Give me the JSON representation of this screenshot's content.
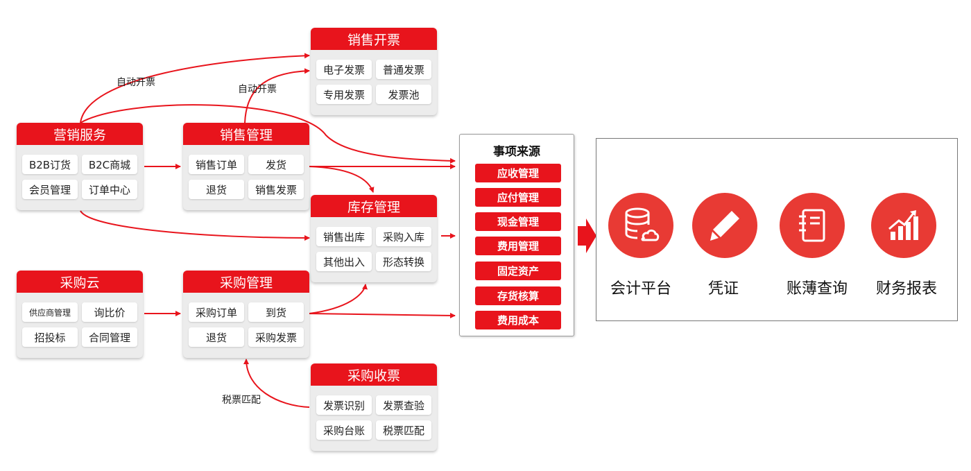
{
  "modules": {
    "marketing": {
      "title": "营销服务",
      "items": [
        "B2B订货",
        "B2C商城",
        "会员管理",
        "订单中心"
      ]
    },
    "sales": {
      "title": "销售管理",
      "items": [
        "销售订单",
        "发货",
        "退货",
        "销售发票"
      ]
    },
    "invoicing": {
      "title": "销售开票",
      "items": [
        "电子发票",
        "普通发票",
        "专用发票",
        "发票池"
      ]
    },
    "inventory": {
      "title": "库存管理",
      "items": [
        "销售出库",
        "采购入库",
        "其他出入",
        "形态转换"
      ]
    },
    "procurement_cloud": {
      "title": "采购云",
      "items": [
        "供应商管理",
        "询比价",
        "招投标",
        "合同管理"
      ]
    },
    "purchasing": {
      "title": "采购管理",
      "items": [
        "采购订单",
        "到货",
        "退货",
        "采购发票"
      ]
    },
    "purchase_invoice": {
      "title": "采购收票",
      "items": [
        "发票识别",
        "发票查验",
        "采购台账",
        "税票匹配"
      ]
    }
  },
  "flow_labels": {
    "auto_invoice_1": "自动开票",
    "auto_invoice_2": "自动开票",
    "tax_match": "税票匹配"
  },
  "source": {
    "title": "事项来源",
    "items": [
      "应收管理",
      "应付管理",
      "现金管理",
      "费用管理",
      "固定资产",
      "存货核算",
      "费用成本"
    ]
  },
  "accounting": {
    "nodes": [
      {
        "label": "会计平台",
        "icon": "database-cloud-icon"
      },
      {
        "label": "凭证",
        "icon": "pencil-icon"
      },
      {
        "label": "账薄查询",
        "icon": "notebook-icon"
      },
      {
        "label": "财务报表",
        "icon": "bar-chart-icon"
      }
    ]
  },
  "colors": {
    "accent": "#e8141c",
    "circle": "#e83a34",
    "module_bg": "#ececec"
  }
}
